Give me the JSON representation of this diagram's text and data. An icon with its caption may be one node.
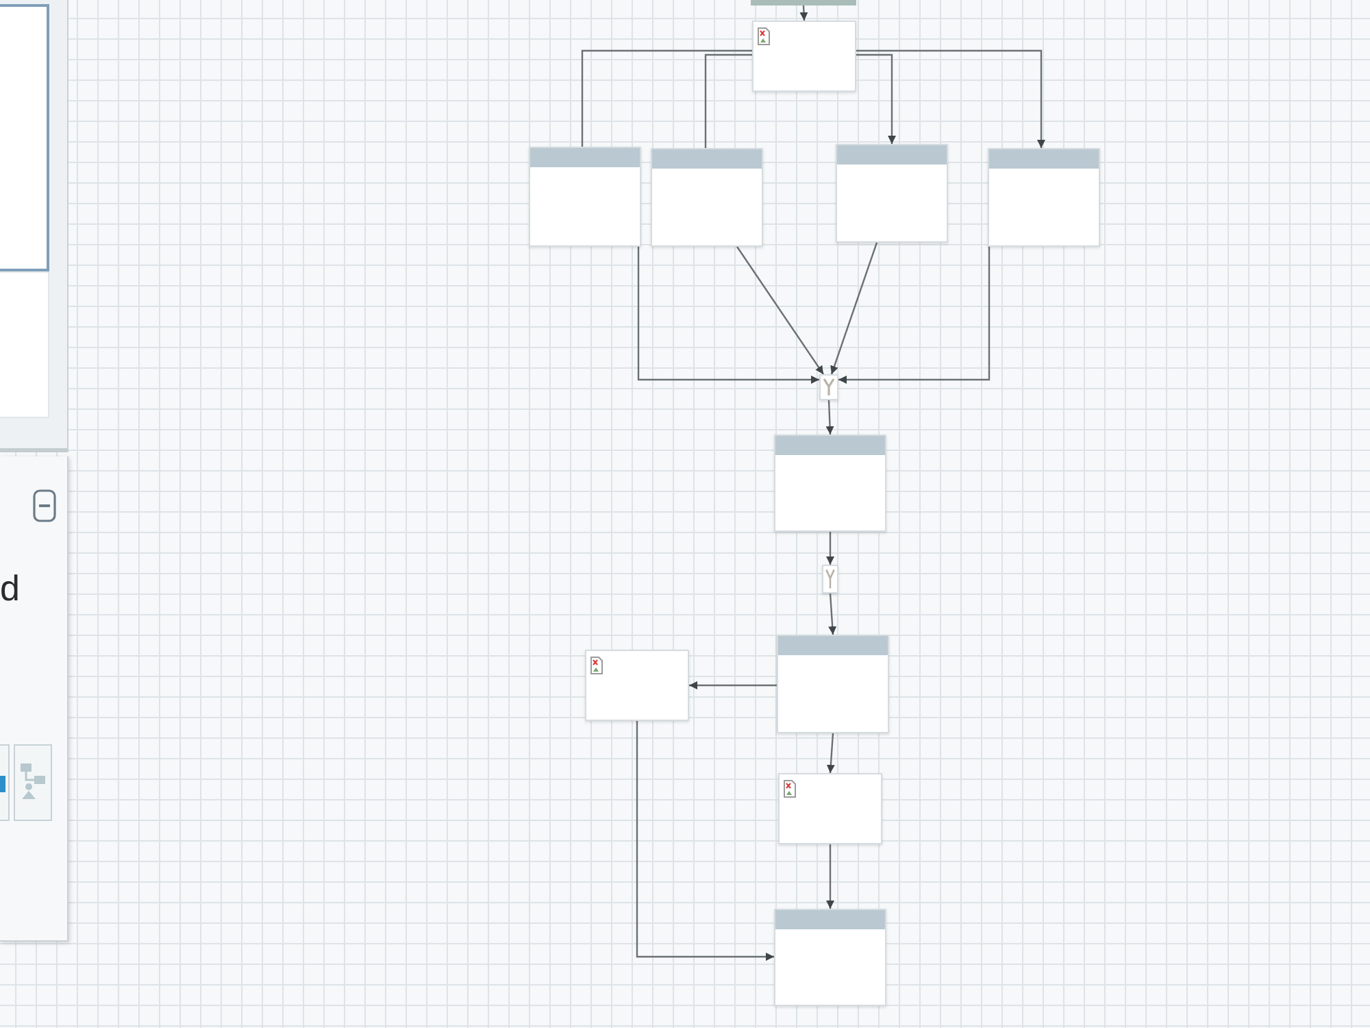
{
  "diagram": {
    "nodes": [
      {
        "text": [],
        "shape": "box"
      },
      {
        "text": [],
        "shape": "box"
      },
      {
        "text": [],
        "shape": "box"
      },
      {
        "text": [],
        "shape": "box"
      },
      {
        "text": [],
        "shape": "box"
      },
      {
        "text": [],
        "shape": "box"
      },
      {
        "text": [],
        "shape": "box"
      },
      {
        "text": [],
        "shape": "box"
      },
      {
        "text": [],
        "shape": "box"
      },
      {
        "text": [],
        "shape": "box"
      },
      {
        "text": [],
        "shape": "box"
      },
      {
        "text": [],
        "shape": "box"
      },
      {
        "text": [],
        "shape": "box"
      }
    ],
    "edges": [
      {
        "from": 0,
        "to": 1,
        "arrow": "to"
      },
      {
        "from": 1,
        "to": 2,
        "arrow": "none"
      },
      {
        "from": 1,
        "to": 3,
        "arrow": "none"
      },
      {
        "from": 1,
        "to": 4,
        "arrow": "to"
      },
      {
        "from": 1,
        "to": 5,
        "arrow": "to"
      },
      {
        "from": 2,
        "to": 6,
        "arrow": "to"
      },
      {
        "from": 3,
        "to": 6,
        "arrow": "to"
      },
      {
        "from": 4,
        "to": 6,
        "arrow": "to"
      },
      {
        "from": 5,
        "to": 6,
        "arrow": "to"
      },
      {
        "from": 6,
        "to": 7,
        "arrow": "to"
      },
      {
        "from": 7,
        "to": 8,
        "arrow": "to"
      },
      {
        "from": 8,
        "to": 9,
        "arrow": "to"
      },
      {
        "from": 9,
        "to": 10,
        "arrow": "to"
      },
      {
        "from": 9,
        "to": 11,
        "arrow": "to"
      },
      {
        "from": 11,
        "to": 12,
        "arrow": "to"
      },
      {
        "from": 10,
        "to": 12,
        "arrow": "to"
      }
    ],
    "labels": [
      "d"
    ]
  }
}
